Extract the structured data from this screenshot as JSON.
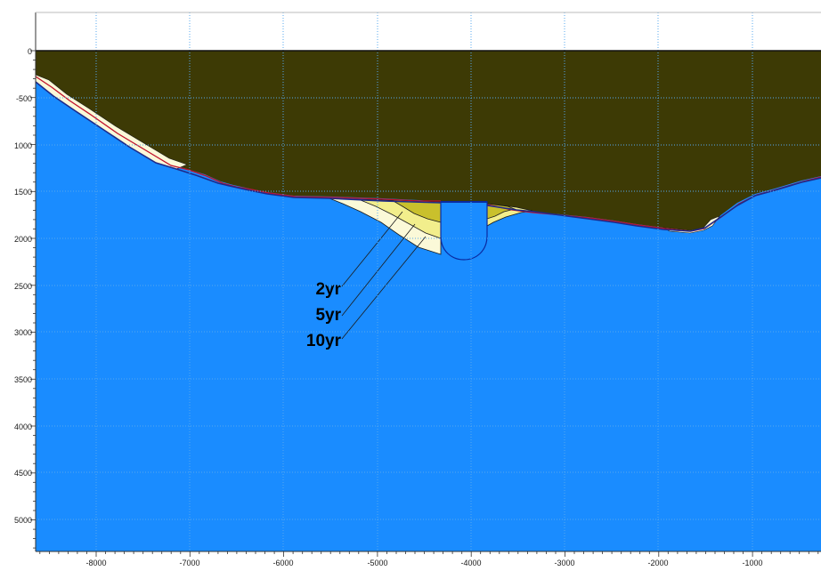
{
  "colors": {
    "background": "#ffffff",
    "ground": "#3d3a05",
    "water": "#1a8cff",
    "grid": "#57a9ef",
    "boundary": "#1d2a8a",
    "profile_red": "#c0102a",
    "zone_2yr": "#c9c02c",
    "zone_5yr": "#f2ee8c",
    "zone_10yr": "#fbf9d8",
    "structure": "#1a8cff",
    "structure_edge": "#0a2aa0",
    "label": "#000000"
  },
  "axes": {
    "x_ticks": [
      "-8000",
      "-7000",
      "-6000",
      "-5000",
      "-4000",
      "-3000",
      "-2000",
      "-1000"
    ],
    "y_ticks": [
      "0",
      "-500",
      "1000",
      "1500",
      "2000",
      "2500",
      "3000",
      "3500",
      "4000",
      "4500",
      "5000"
    ]
  },
  "contour_labels": [
    {
      "text": "2yr"
    },
    {
      "text": "5yr"
    },
    {
      "text": "10yr"
    }
  ]
}
